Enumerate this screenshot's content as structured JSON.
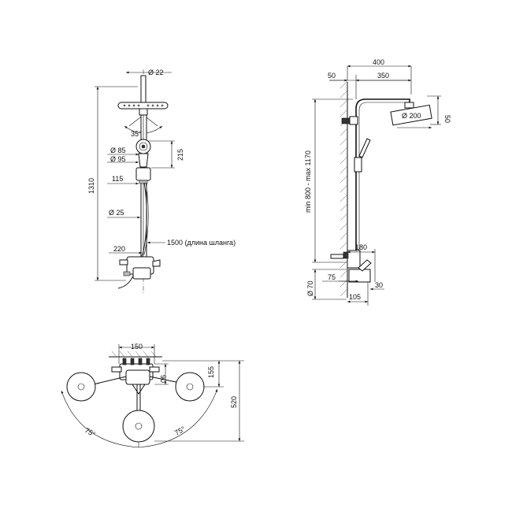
{
  "front_view": {
    "pipe_diameter": "Ø 22",
    "angle": "35°",
    "handset_d1": "Ø 85",
    "handset_d2": "Ø 95",
    "handset_height": "215",
    "holder_offset": "115",
    "rail_diameter": "Ø 25",
    "total_height": "1310",
    "hose_label": "1500 (длина шланга)",
    "mixer_offset": "220"
  },
  "side_view": {
    "arm_total": "400",
    "wall_offset": "50",
    "arm_length": "350",
    "head_diameter": "Ø 200",
    "head_height": "50",
    "height_range": "min 800 - max 1170",
    "mixer_offset": "180",
    "spout_length": "75",
    "mixer_diameter": "Ø 70",
    "lever_offset": "30",
    "mixer_depth": "105"
  },
  "top_view": {
    "mixer_width": "150",
    "mixer_spacing": "90",
    "head_offset": "155",
    "total_depth": "520",
    "angle_left": "75°",
    "angle_right": "75°"
  }
}
